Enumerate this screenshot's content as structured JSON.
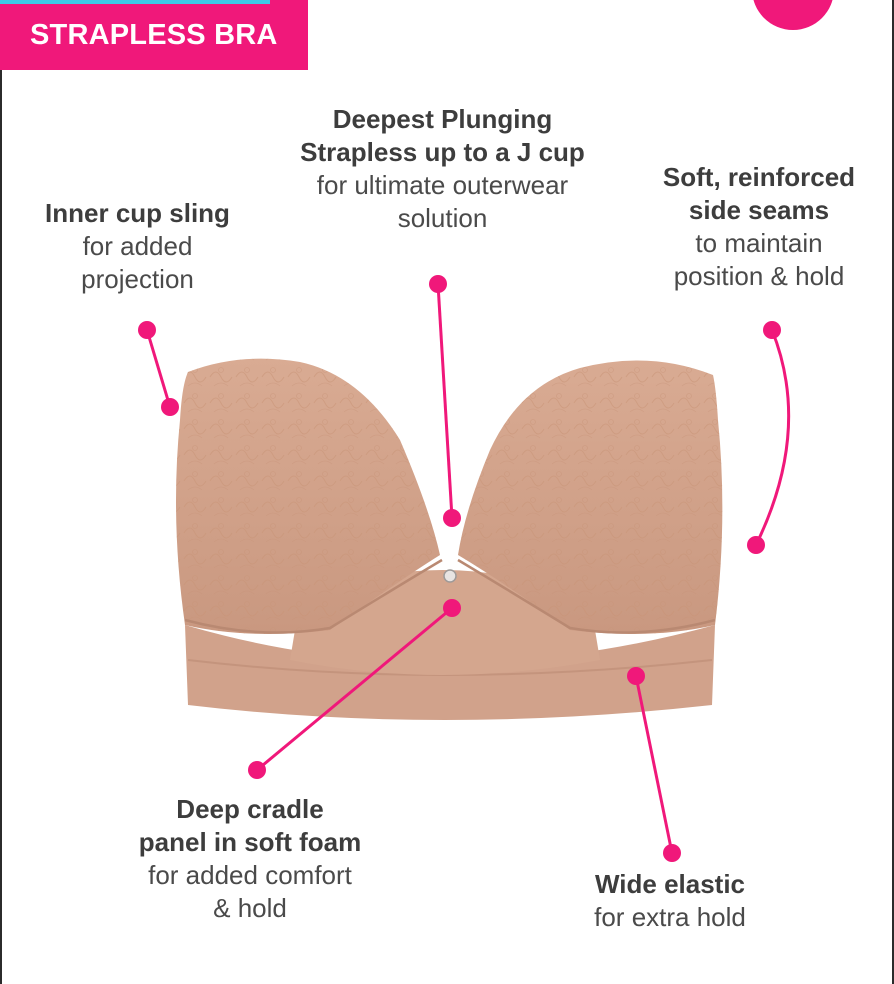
{
  "badge": {
    "label": "STRAPLESS BRA"
  },
  "colors": {
    "accent": "#f0187a",
    "garment": "#d4a48b",
    "text": "#3d3d3d"
  },
  "features": {
    "plunge": {
      "title": "Deepest Plunging\nStrapless up to a J cup",
      "desc": "for ultimate outerwear\nsolution"
    },
    "sling": {
      "title": "Inner cup sling",
      "desc": "for added\nprojection"
    },
    "seams": {
      "title": "Soft, reinforced\nside seams",
      "desc": "to maintain\nposition & hold"
    },
    "cradle": {
      "title": "Deep cradle\npanel in soft foam",
      "desc": "for added comfort\n& hold"
    },
    "elastic": {
      "title": "Wide elastic",
      "desc": "for extra hold"
    }
  }
}
